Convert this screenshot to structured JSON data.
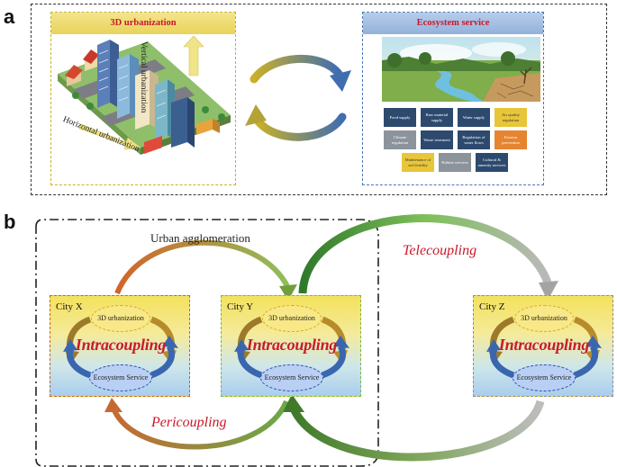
{
  "panel_a": {
    "label": "a",
    "urbanization_title": "3D urbanization",
    "vertical_label": "Vertical urbanization",
    "horizontal_label": "Horizontal urbanization",
    "ecosystem_title": "Ecosystem service",
    "services": [
      {
        "label": "Food supply",
        "color": "#2d4a6e"
      },
      {
        "label": "Raw material supply",
        "color": "#2d4a6e"
      },
      {
        "label": "Water supply",
        "color": "#2d4a6e"
      },
      {
        "label": "Air quality regulation",
        "color": "#e9c53a"
      },
      {
        "label": "Climate regulation",
        "color": "#8c939a"
      },
      {
        "label": "Waste treatment",
        "color": "#2d4a6e"
      },
      {
        "label": "Regulation of water flows",
        "color": "#2d4a6e"
      },
      {
        "label": "Erosion prevention",
        "color": "#e6842f"
      },
      {
        "label": "Maintenance of soil fertility",
        "color": "#e9c53a"
      },
      {
        "label": "Habitat services",
        "color": "#8c939a"
      },
      {
        "label": "Cultural & amenity services",
        "color": "#2d4a6e"
      }
    ]
  },
  "panel_b": {
    "label": "b",
    "agglomeration_label": "Urban agglomeration",
    "telecoupling_label": "Telecoupling",
    "pericoupling_label": "Pericoupling",
    "cities": [
      {
        "name": "City X",
        "border": "#c8642a"
      },
      {
        "name": "City Y",
        "border": "#7bb84a"
      },
      {
        "name": "City Z",
        "border": "#8f8a9e"
      }
    ],
    "intracoupling_label": "Intracoupling",
    "urbanization_node": "3D urbanization",
    "ecosystem_node": "Ecosystem Service"
  }
}
